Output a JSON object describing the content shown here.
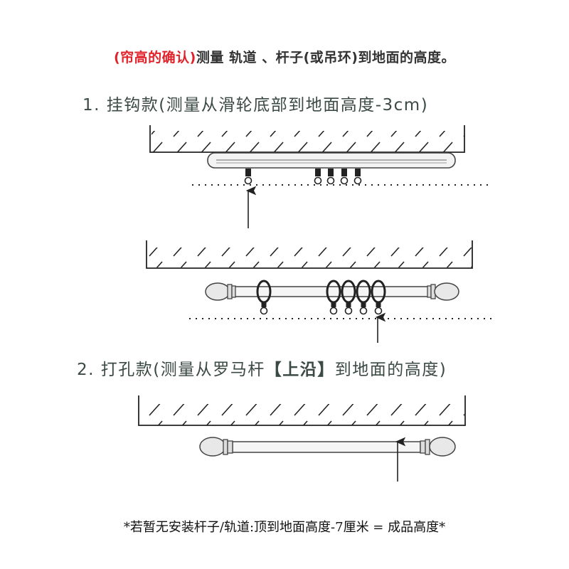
{
  "header": {
    "prefix": "(帘高的确认)",
    "text": "测量 轨道 、杆子(或吊环)到地面的高度。"
  },
  "step1": {
    "text": "1.  挂钩款(测量从滑轮底部到地面高度-3cm)"
  },
  "step2": {
    "text_before": "2.  打孔款(测量从罗马杆",
    "text_bold": "【上沿】",
    "text_after": "到地面的高度)"
  },
  "note": {
    "text": "*若暂无安装杆子/轨道:顶到地面高度-7厘米 = 成品高度*"
  },
  "colors": {
    "accent_red": "#e0232b",
    "text_dark": "#333333",
    "text_step": "#3c4a44",
    "line": "#222222"
  }
}
